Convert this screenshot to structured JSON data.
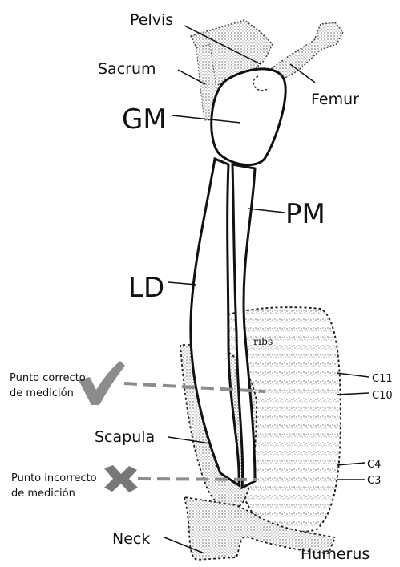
{
  "labels": {
    "pelvis": "Pelvis",
    "sacrum": "Sacrum",
    "femur": "Femur",
    "gm": "GM",
    "pm": "PM",
    "ld": "LD",
    "ribs": "ribs",
    "c11": "C11",
    "c10": "C10",
    "c4": "C4",
    "c3": "C3",
    "scapula": "Scapula",
    "neck": "Neck",
    "humerus": "Humerus",
    "correct_line1": "Punto correcto",
    "correct_line2": "de medición",
    "incorrect_line1": "Punto incorrecto",
    "incorrect_line2": "de medición"
  },
  "colors": {
    "stipple": "#9a9a9a",
    "outline": "#111111",
    "marker": "#8c8c8c",
    "measure_line": "#8c8c8c"
  },
  "icons": {
    "correct": "check-mark-icon",
    "incorrect": "cross-mark-icon"
  }
}
